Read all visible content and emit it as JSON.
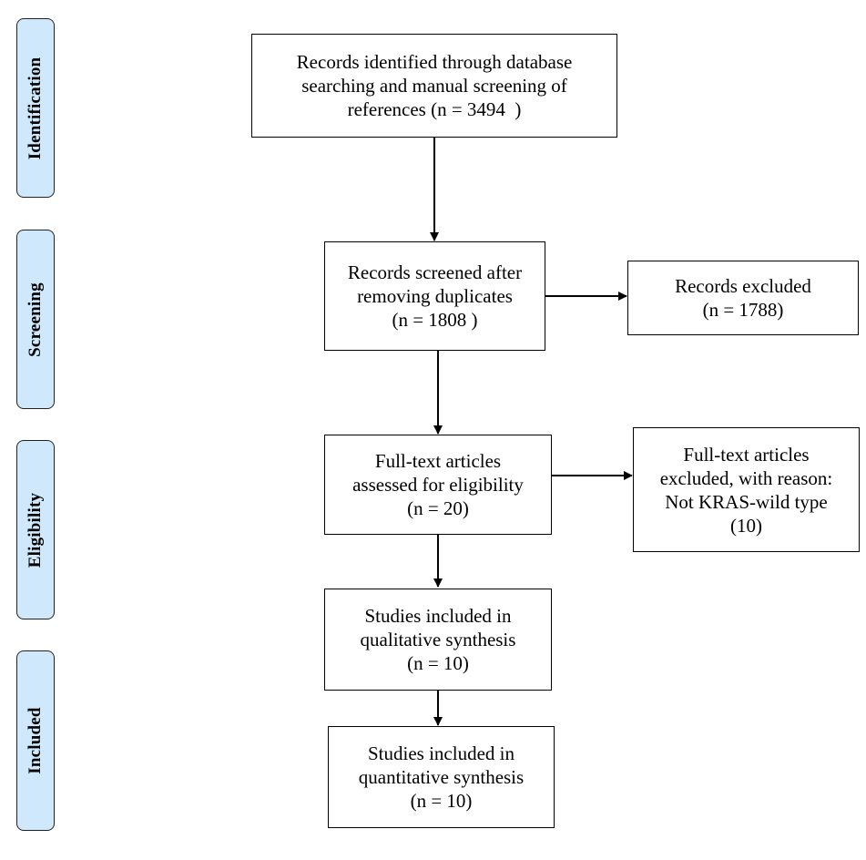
{
  "stages": {
    "identification": "Identification",
    "screening": "Screening",
    "eligibility": "Eligibility",
    "included": "Included"
  },
  "boxes": {
    "identified": {
      "line1": "Records identified through database",
      "line2": "searching and manual screening of",
      "line3": "references (n = 3494  )"
    },
    "screened": {
      "line1": "Records screened after",
      "line2": "removing duplicates",
      "line3": "(n = 1808 )"
    },
    "excluded_records": {
      "line1": "Records excluded",
      "line2": "(n = 1788)"
    },
    "fulltext_assessed": {
      "line1": "Full-text articles",
      "line2": "assessed for eligibility",
      "line3": "(n = 20)"
    },
    "fulltext_excluded": {
      "line1": "Full-text articles",
      "line2": "excluded, with reason:",
      "line3": "Not KRAS-wild type",
      "line4": "(10)"
    },
    "qualitative": {
      "line1": "Studies included in",
      "line2": "qualitative synthesis",
      "line3": "(n = 10)"
    },
    "quantitative": {
      "line1": "Studies included in",
      "line2": "quantitative synthesis",
      "line3": "(n = 10)"
    }
  },
  "colors": {
    "stage_fill": "#cfe8fb",
    "line": "#000000"
  }
}
